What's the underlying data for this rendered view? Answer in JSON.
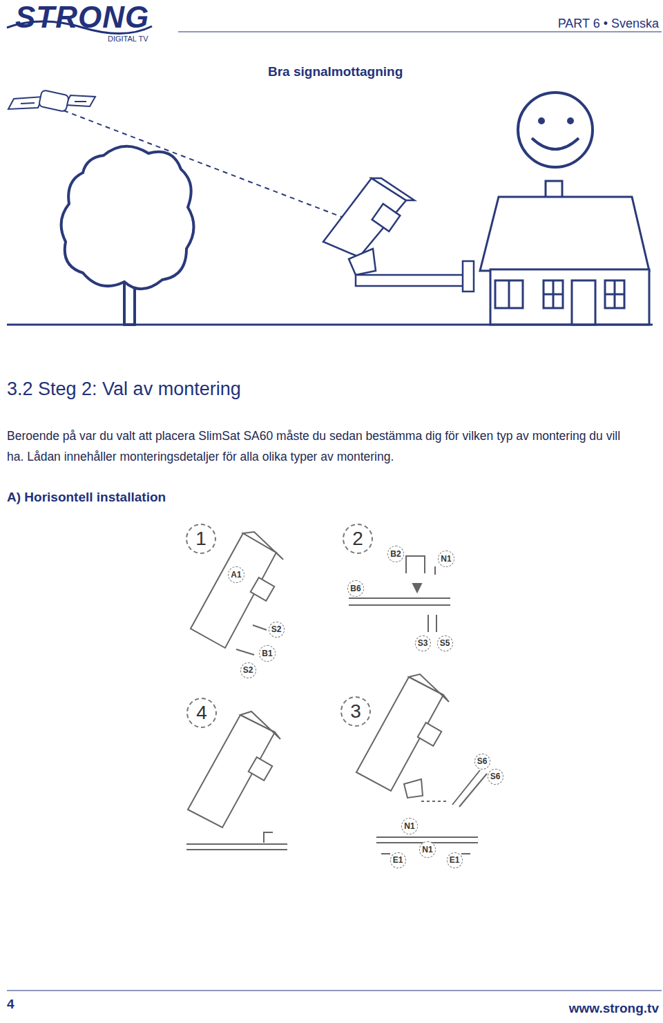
{
  "diagram": {
    "title": "3.2 Steg 2: Val av montering",
    "nodes": [
      {
        "text": [
          "1"
        ]
      },
      {
        "text": [
          "A1"
        ]
      },
      {
        "text": [
          "S2"
        ]
      },
      {
        "text": [
          "B1"
        ]
      },
      {
        "text": [
          "S2"
        ]
      },
      {
        "text": [
          "2"
        ]
      },
      {
        "text": [
          "B2"
        ]
      },
      {
        "text": [
          "N1"
        ]
      },
      {
        "text": [
          "B6"
        ]
      },
      {
        "text": [
          "S3"
        ]
      },
      {
        "text": [
          "S5"
        ]
      },
      {
        "text": [
          "4"
        ]
      },
      {
        "text": [
          "3"
        ]
      },
      {
        "text": [
          "S6"
        ]
      },
      {
        "text": [
          "S6"
        ]
      },
      {
        "text": [
          "N1"
        ]
      },
      {
        "text": [
          "N1"
        ]
      },
      {
        "text": [
          "E1"
        ]
      },
      {
        "text": [
          "E1"
        ]
      }
    ],
    "labels": [
      "STRONG",
      "DIGITAL TV",
      "PART 6 • Svenska",
      "Bra signalmottagning",
      "Beroende på var du valt att placera SlimSat SA60 måste du sedan bestämma dig för vilken typ av montering du vill ha. Lådan innehåller monteringsdetaljer för alla olika typer av montering.",
      "A) Horisontell installation",
      "4",
      "www.strong.tv"
    ]
  }
}
